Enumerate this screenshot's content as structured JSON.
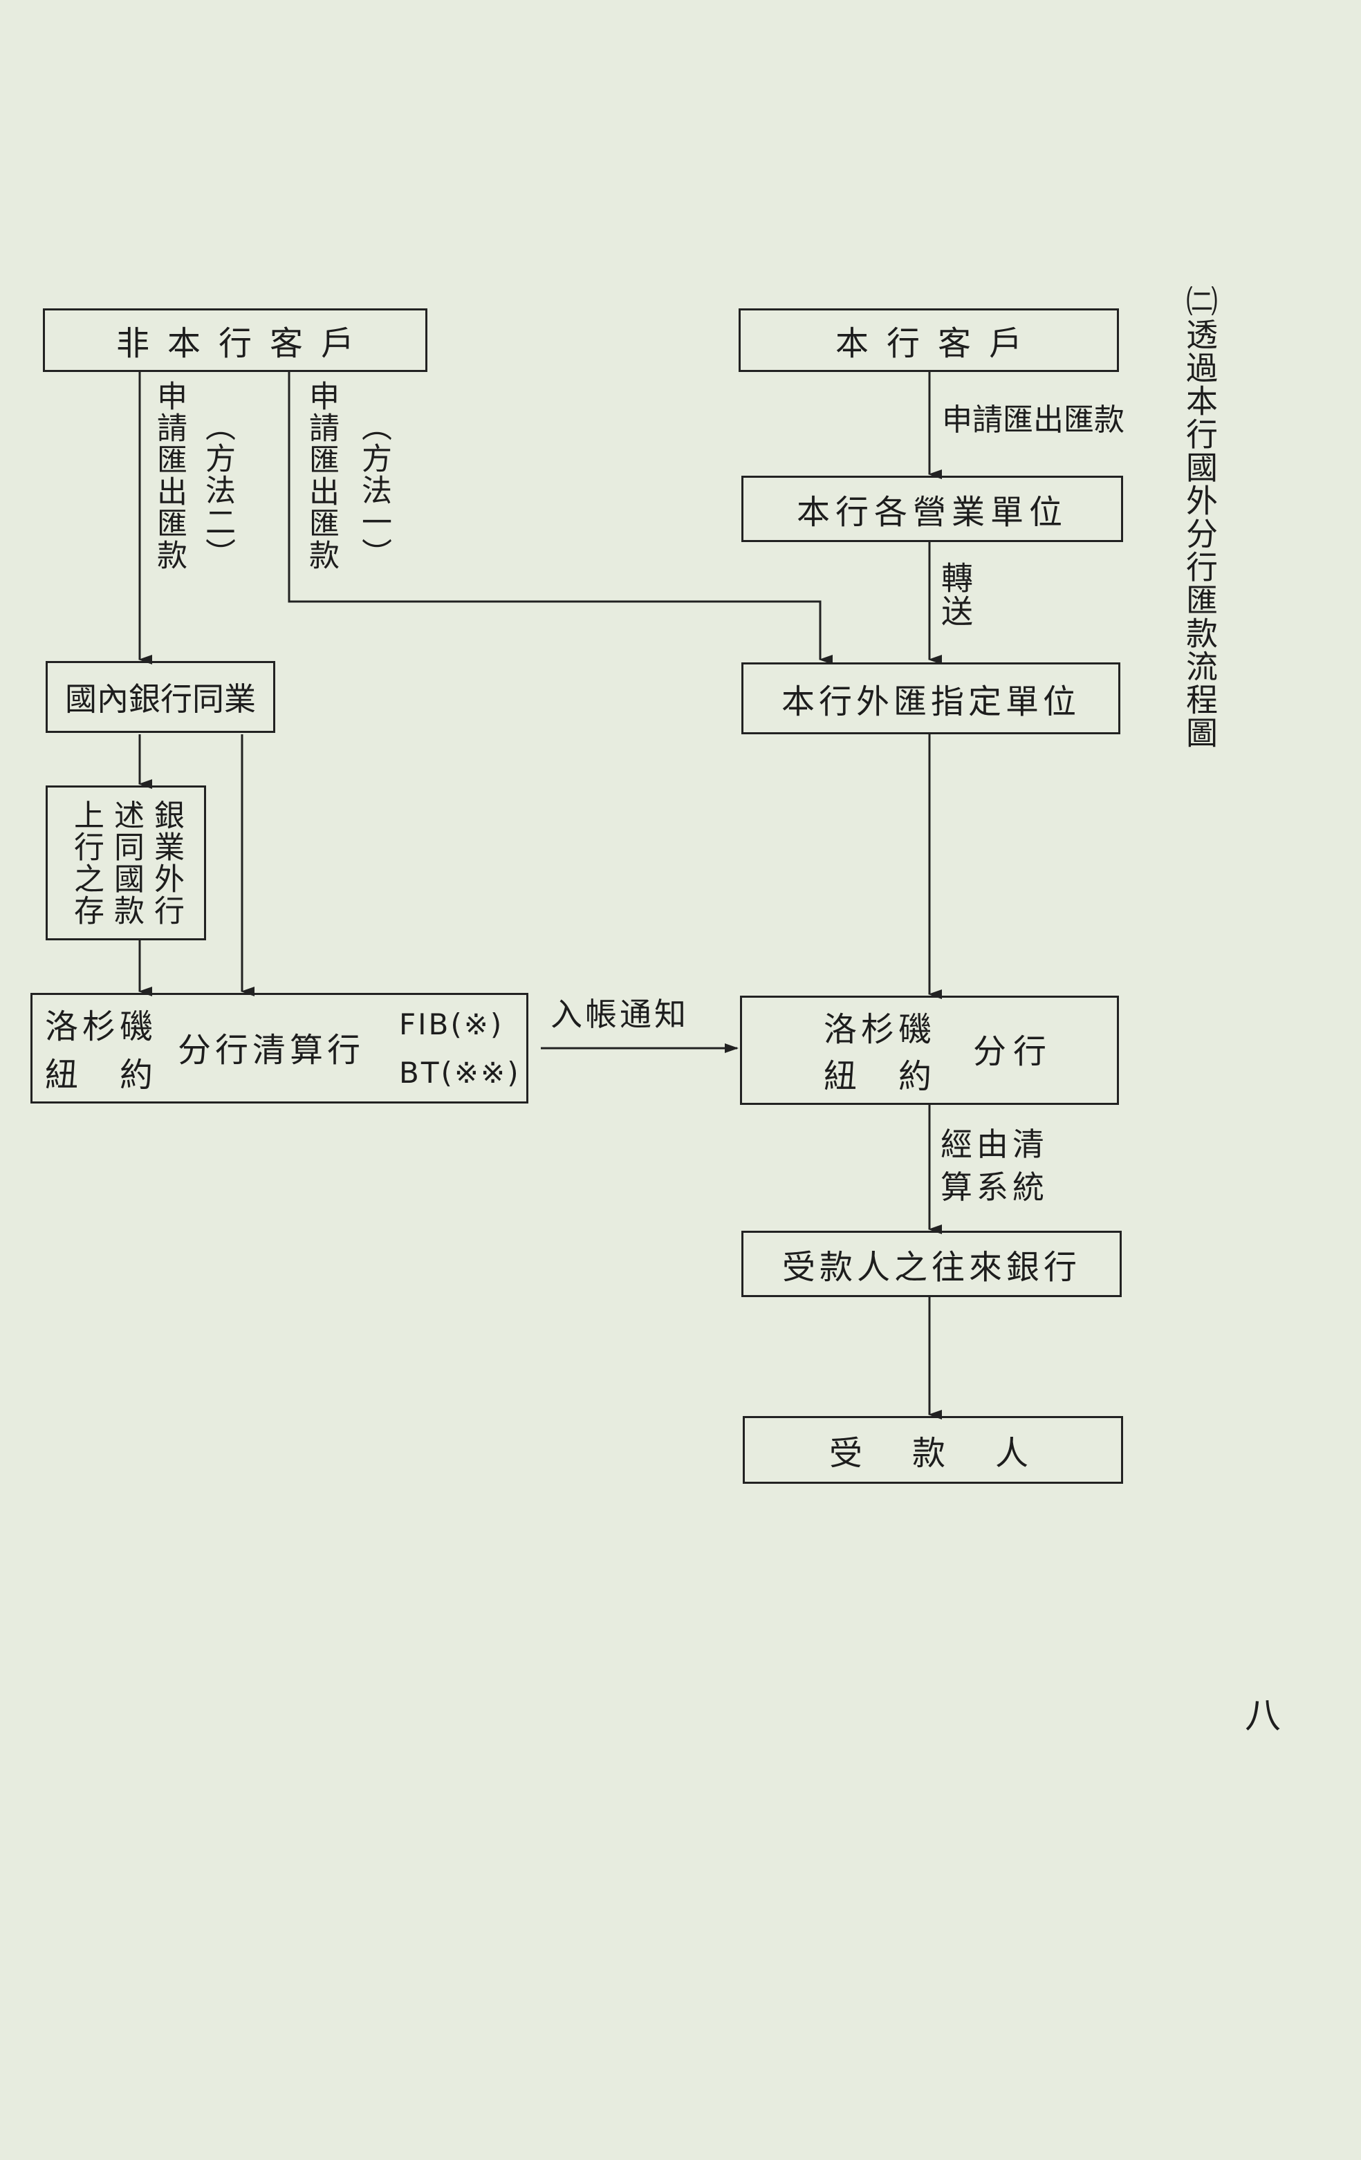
{
  "title": "㈡透過本行國外分行匯款流程圖",
  "page_number": "八",
  "nodes": {
    "non_bank_customer": "非本行客戶",
    "bank_customer": "本行客戶",
    "bank_branches": "本行各營業單位",
    "fx_unit": "本行外匯指定單位",
    "domestic_bank": "國內銀行同業",
    "foreign_deposit_col1": "上行之存",
    "foreign_deposit_col2": "述同國款",
    "foreign_deposit_col3": "銀業外行",
    "clearing_la": "洛杉磯",
    "clearing_ny": "紐　約",
    "clearing_label": "分行清算行",
    "clearing_fib": "FIB(※)",
    "clearing_bt": "BT(※※)",
    "branch_la": "洛杉磯",
    "branch_ny": "紐　約",
    "branch_label": "分行",
    "payee_bank": "受款人之往來銀行",
    "payee": "受　款　人"
  },
  "edges": {
    "apply_remit_1": "申請匯出匯款",
    "method_2": "︵方法二︶",
    "apply_remit_2": "申請匯出匯款",
    "method_1": "︵方法一︶",
    "apply_remit_h": "申請匯出匯款",
    "transfer": "轉送",
    "credit_notice": "入帳通知",
    "via_clearing_1": "經由清",
    "via_clearing_2": "算系統"
  }
}
